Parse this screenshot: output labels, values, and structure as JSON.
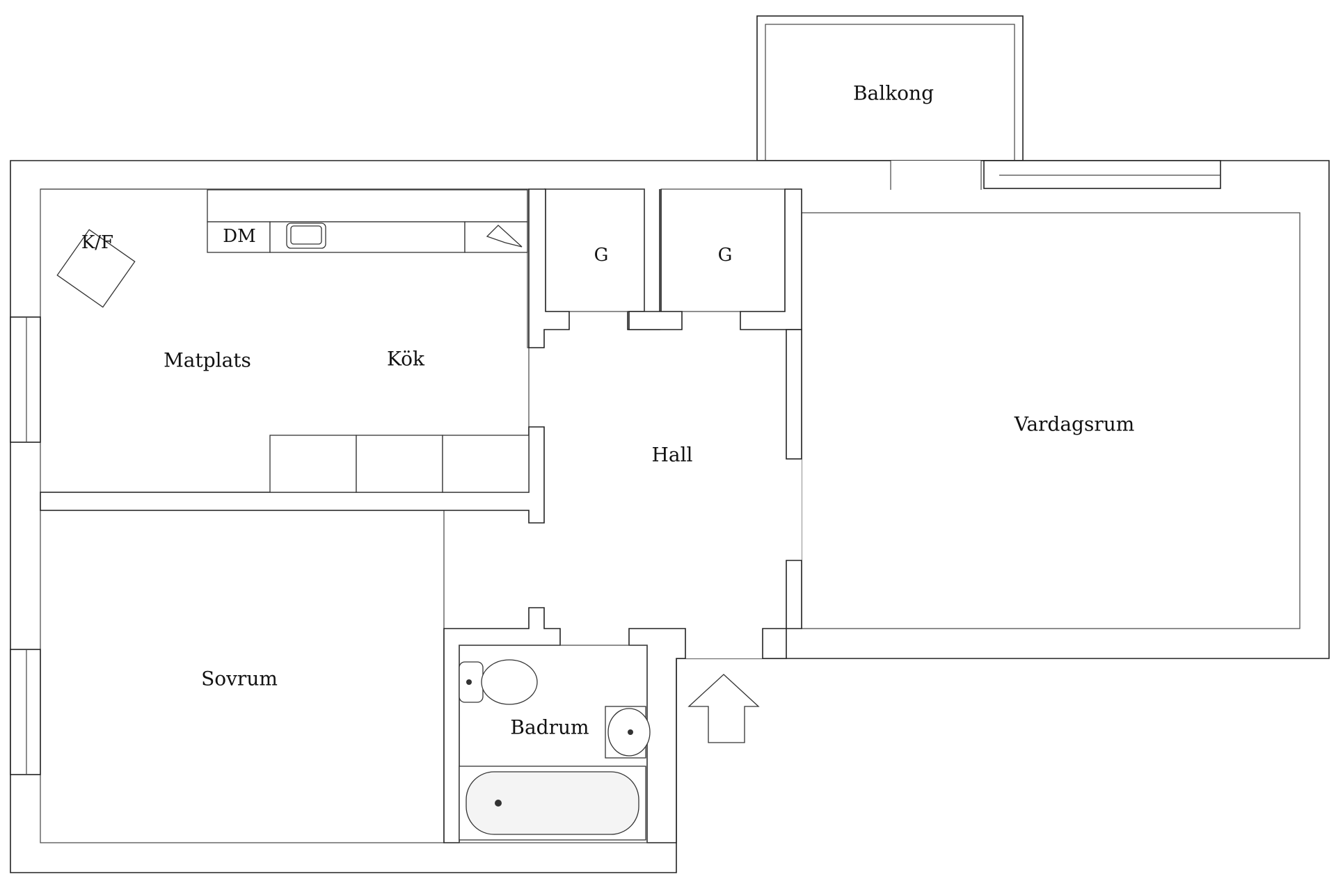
{
  "floorplan": {
    "rooms": {
      "balcony": "Balkong",
      "dining": "Matplats",
      "kitchen": "Kök",
      "hall": "Hall",
      "living": "Vardagsrum",
      "bedroom": "Sovrum",
      "bathroom": "Badrum",
      "closet_1": "G",
      "closet_2": "G"
    },
    "appliances": {
      "fridge_freezer": "K/F",
      "dishwasher": "DM"
    },
    "entrance_icon": "up-arrow-icon"
  }
}
